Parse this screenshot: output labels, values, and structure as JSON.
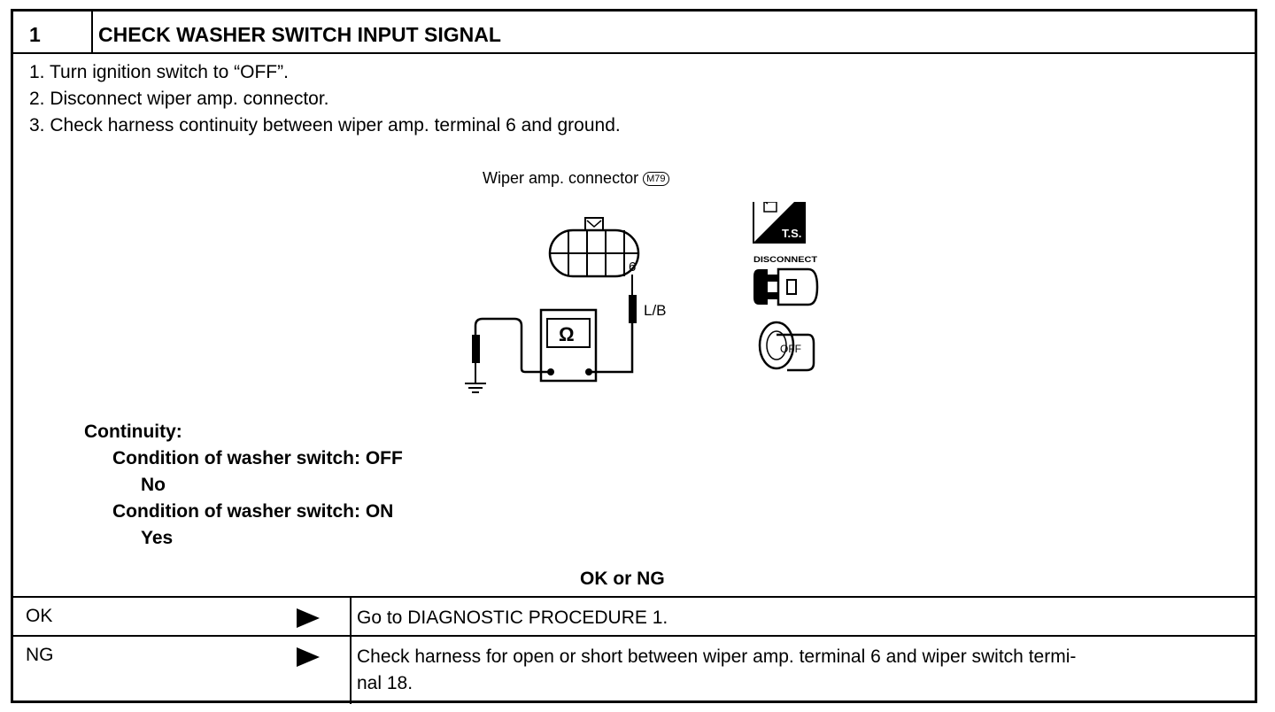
{
  "header": {
    "step_number": "1",
    "title": "CHECK WASHER SWITCH INPUT SIGNAL"
  },
  "instructions": [
    "1.  Turn ignition switch to “OFF”.",
    "2.  Disconnect wiper amp. connector.",
    "3.  Check harness continuity between wiper amp. terminal 6 and ground."
  ],
  "diagram": {
    "connector_label": "Wiper amp. connector",
    "connector_code": "M79",
    "terminal": "6",
    "wire_color": "L/B",
    "meter_symbol": "Ω",
    "ts_label": "T.S.",
    "disconnect_label": "DISCONNECT",
    "off_label": "OFF"
  },
  "continuity": {
    "heading": "Continuity:",
    "conditions": [
      {
        "condition": "Condition of washer switch: OFF",
        "result": "No"
      },
      {
        "condition": "Condition of washer switch: ON",
        "result": "Yes"
      }
    ]
  },
  "decision": {
    "heading": "OK or NG",
    "rows": [
      {
        "status": "OK",
        "action": "Go to DIAGNOSTIC PROCEDURE 1."
      },
      {
        "status": "NG",
        "action_line1": "Check harness for open or short between wiper amp. terminal 6 and wiper switch termi-",
        "action_line2": "nal 18."
      }
    ]
  }
}
